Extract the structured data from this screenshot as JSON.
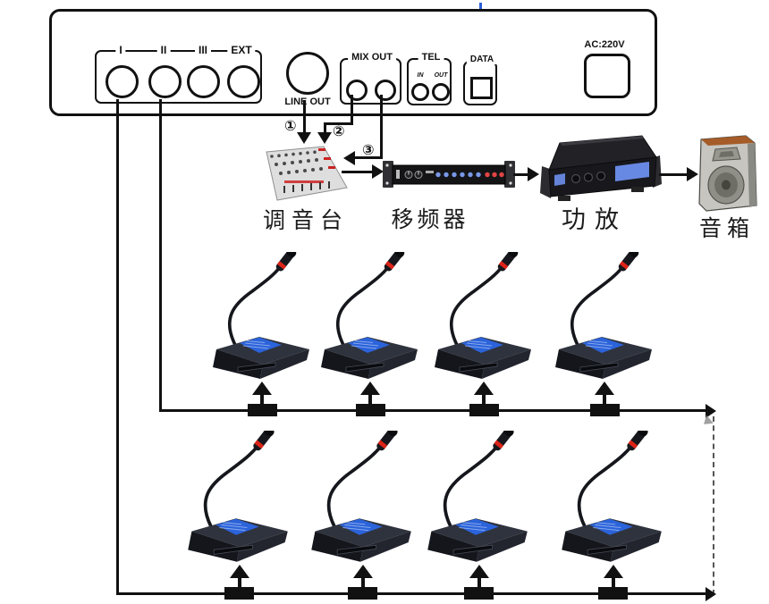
{
  "panel": {
    "channels": [
      "I",
      "II",
      "III",
      "EXT"
    ],
    "line_out": "LINE OUT",
    "mix_out": "MIX OUT",
    "tel": "TEL",
    "tel_in": "IN",
    "tel_out": "OUT",
    "data": "DATA",
    "power": "AC:220V"
  },
  "markers": [
    "①",
    "②",
    "③"
  ],
  "devices": {
    "mixer": "调音台",
    "shifter": "移频器",
    "amp": "功放",
    "speaker": "音箱"
  },
  "mic_rows": [
    {
      "row": 1,
      "count": 4
    },
    {
      "row": 2,
      "count": 4
    }
  ],
  "colors": {
    "line": "#111111",
    "mic_screen_blue": "#2b63da",
    "mic_ring_red": "#dd2418",
    "amp_display_blue": "#6d8fee",
    "shifter_knob_blue": "#7a97ea",
    "shifter_knob_red": "#e24545"
  }
}
